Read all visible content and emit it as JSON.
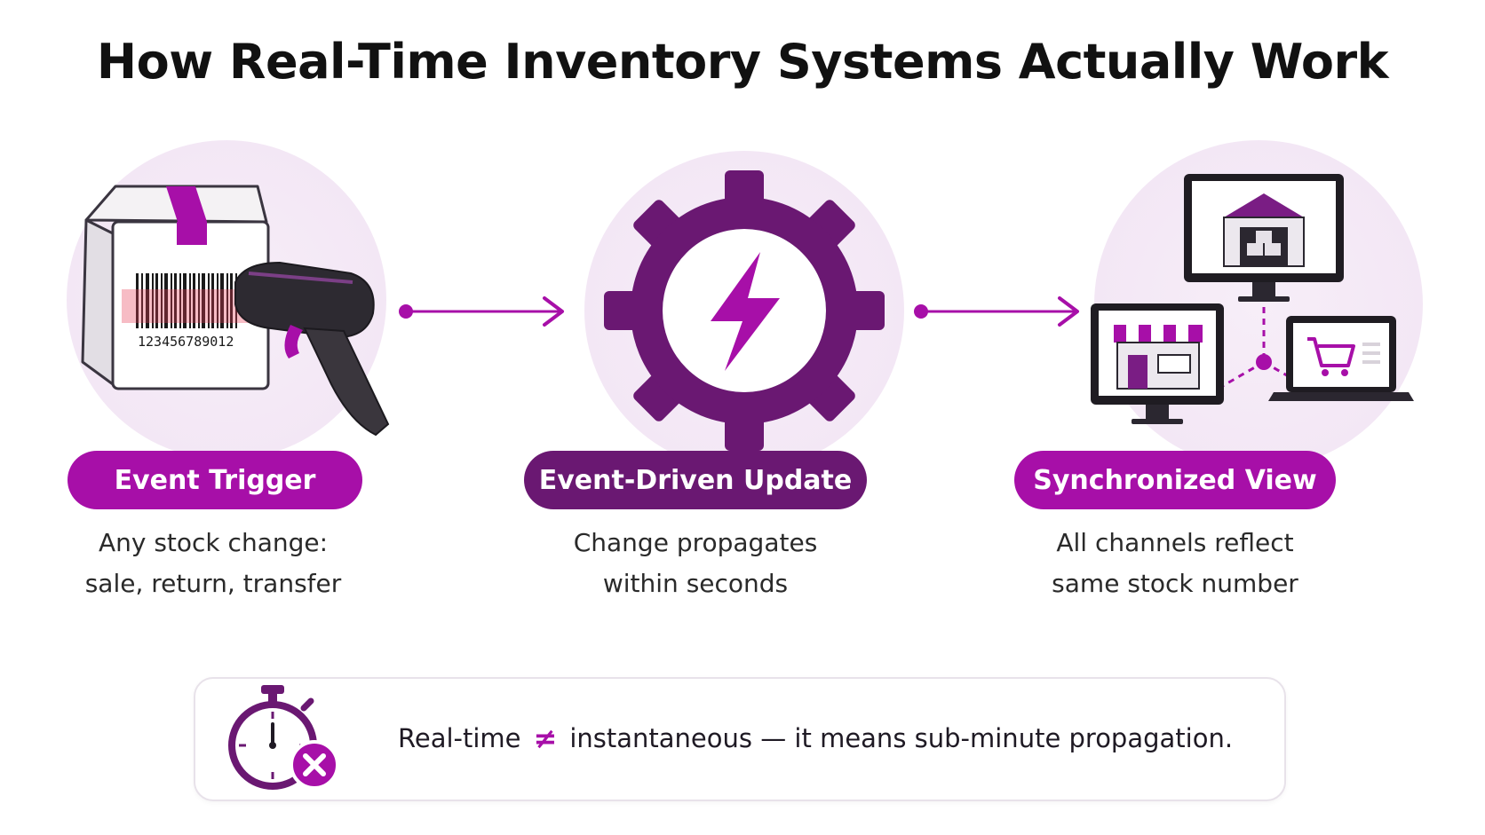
{
  "title": "How Real-Time Inventory Systems Actually Work",
  "colors": {
    "accent": "#a70fa8",
    "dark_accent": "#6a1872",
    "circle_bg": "#f3e7f5"
  },
  "steps": [
    {
      "label": "Event Trigger",
      "desc_line1": "Any stock change:",
      "desc_line2": "sale, return, transfer",
      "icon": "barcode-scanner-icon",
      "barcode_number": "123456789012"
    },
    {
      "label": "Event-Driven Update",
      "desc_line1": "Change propagates",
      "desc_line2": "within seconds",
      "icon": "gear-lightning-icon"
    },
    {
      "label": "Synchronized View",
      "desc_line1": "All channels reflect",
      "desc_line2": "same stock number",
      "icon": "synced-devices-icon"
    }
  ],
  "note": {
    "before": "Real-time",
    "symbol": "≠",
    "after": "instantaneous — it means sub-minute propagation.",
    "icon": "stopwatch-cancel-icon"
  }
}
